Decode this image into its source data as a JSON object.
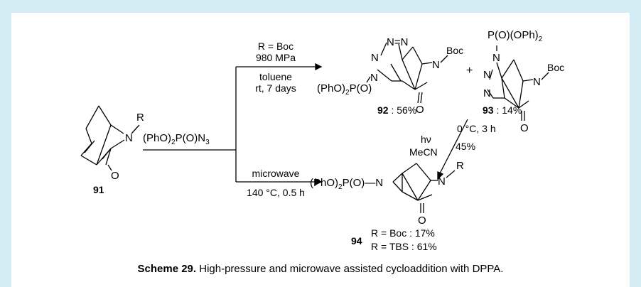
{
  "compounds": {
    "c91": "91",
    "c92": "92",
    "c93": "93",
    "c94": "94",
    "yield92": " : 56%",
    "yield93": " : 14%"
  },
  "labels": {
    "R": "R",
    "N": "N",
    "O": "O",
    "Boc": "Boc",
    "phosphoryl": "(PhO)",
    "phosphoryl_tail": "P(O)",
    "phosphoryl_N": "P(O)—N",
    "p_oph2": "P(O)(OPh)",
    "p_oph2_sub": "2",
    "sub2": "2",
    "reagent_a": "(PhO)",
    "reagent_b": "P(O)N",
    "reagent_sub3": "3",
    "plus": "+"
  },
  "conditions": {
    "top_1": "R = Boc",
    "top_2": "980 MPa",
    "top_3": "toluene",
    "top_4": "rt, 7 days",
    "bottom_1": "microwave",
    "bottom_2": "140 °C, 0.5 h",
    "photo_1": "hν",
    "photo_2": "MeCN",
    "photo_3": "0 °C, 3 h",
    "photo_4": "45%"
  },
  "yields94": {
    "line1": "R = Boc : 17%",
    "line2": "R = TBS : 61%"
  },
  "caption": {
    "label": "Scheme 29.",
    "text": " High-pressure and microwave assisted cycloaddition with DPPA."
  }
}
